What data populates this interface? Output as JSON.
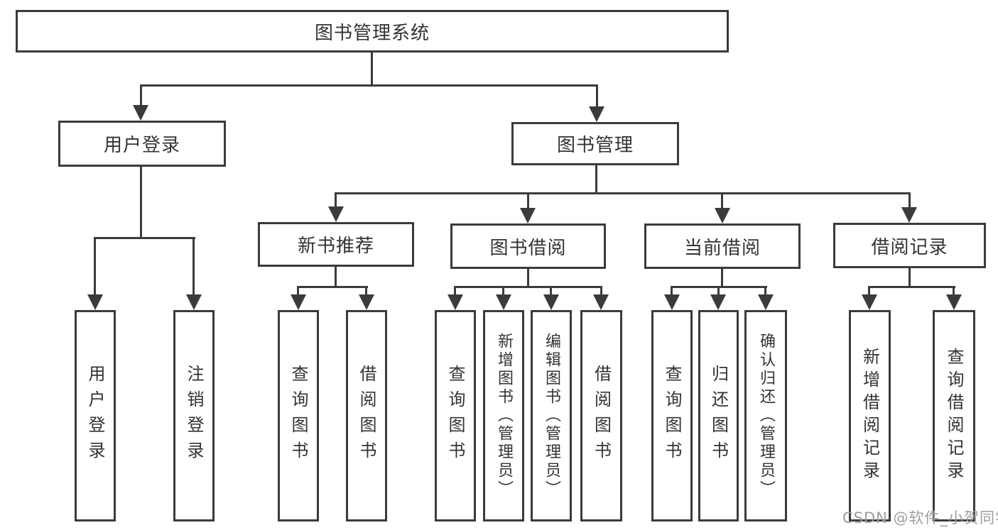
{
  "diagram_type": "hierarchy-chart",
  "colors": {
    "line": "#3b3b3b",
    "box_border": "#3b3b3b",
    "text": "#333333",
    "background": "#ffffff",
    "watermark": "#9e9e9e"
  },
  "tree": {
    "root": {
      "label": "图书管理系统",
      "children": [
        {
          "label": "用户登录",
          "children": [
            {
              "label": "用户登录"
            },
            {
              "label": "注销登录"
            }
          ]
        },
        {
          "label": "图书管理",
          "children": [
            {
              "label": "新书推荐",
              "children": [
                {
                  "label": "查询图书"
                },
                {
                  "label": "借阅图书"
                }
              ]
            },
            {
              "label": "图书借阅",
              "children": [
                {
                  "label": "查询图书"
                },
                {
                  "label": "新增图书（管理员）"
                },
                {
                  "label": "编辑图书（管理员）"
                },
                {
                  "label": "借阅图书"
                }
              ]
            },
            {
              "label": "当前借阅",
              "children": [
                {
                  "label": "查询图书"
                },
                {
                  "label": "归还图书"
                },
                {
                  "label": "确认归还（管理员）"
                }
              ]
            },
            {
              "label": "借阅记录",
              "children": [
                {
                  "label": "新增借阅记录"
                },
                {
                  "label": "查询借阅记录"
                }
              ]
            }
          ]
        }
      ]
    }
  },
  "watermark": {
    "text": "CSDN @软件_小贺同学"
  }
}
